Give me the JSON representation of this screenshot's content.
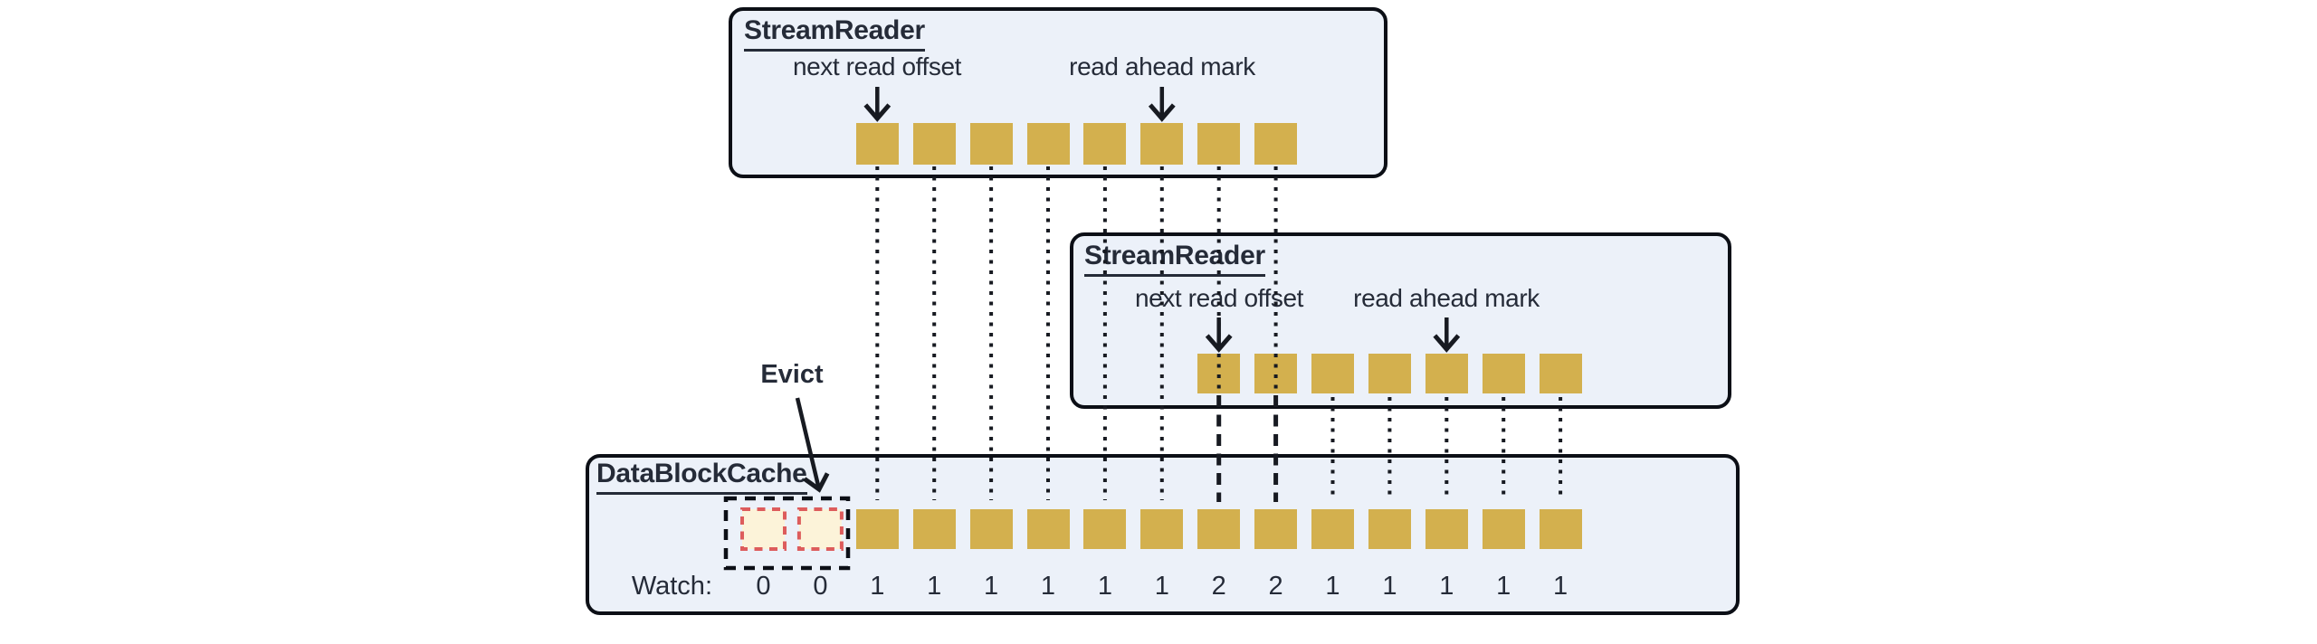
{
  "diagram": {
    "colors": {
      "background": "#ffffff",
      "box_fill": "#ecf1f9",
      "box_border": "#0c0f16",
      "block_fill": "#d3b04e",
      "evict_block_fill": "#fcf3d9",
      "evict_block_border": "#dd5c5c",
      "line": "#171a21",
      "text": "#252b38"
    },
    "readers": [
      {
        "title": "StreamReader",
        "next_read_offset_label": "next read offset",
        "read_ahead_mark_label": "read ahead mark",
        "block_count": 8,
        "cache_start_cell": 3,
        "next_read_offset_block": 1,
        "read_ahead_mark_block": 6
      },
      {
        "title": "StreamReader",
        "next_read_offset_label": "next read offset",
        "read_ahead_mark_label": "read ahead mark",
        "block_count": 7,
        "cache_start_cell": 9,
        "next_read_offset_block": 1,
        "read_ahead_mark_block": 5
      }
    ],
    "cache": {
      "title": "DataBlockCache",
      "evict_label": "Evict",
      "watch_label": "Watch:",
      "watch_values": [
        "0",
        "0",
        "1",
        "1",
        "1",
        "1",
        "1",
        "1",
        "2",
        "2",
        "1",
        "1",
        "1",
        "1",
        "1"
      ],
      "evicted_block_count": 2,
      "total_cells": 15
    }
  }
}
